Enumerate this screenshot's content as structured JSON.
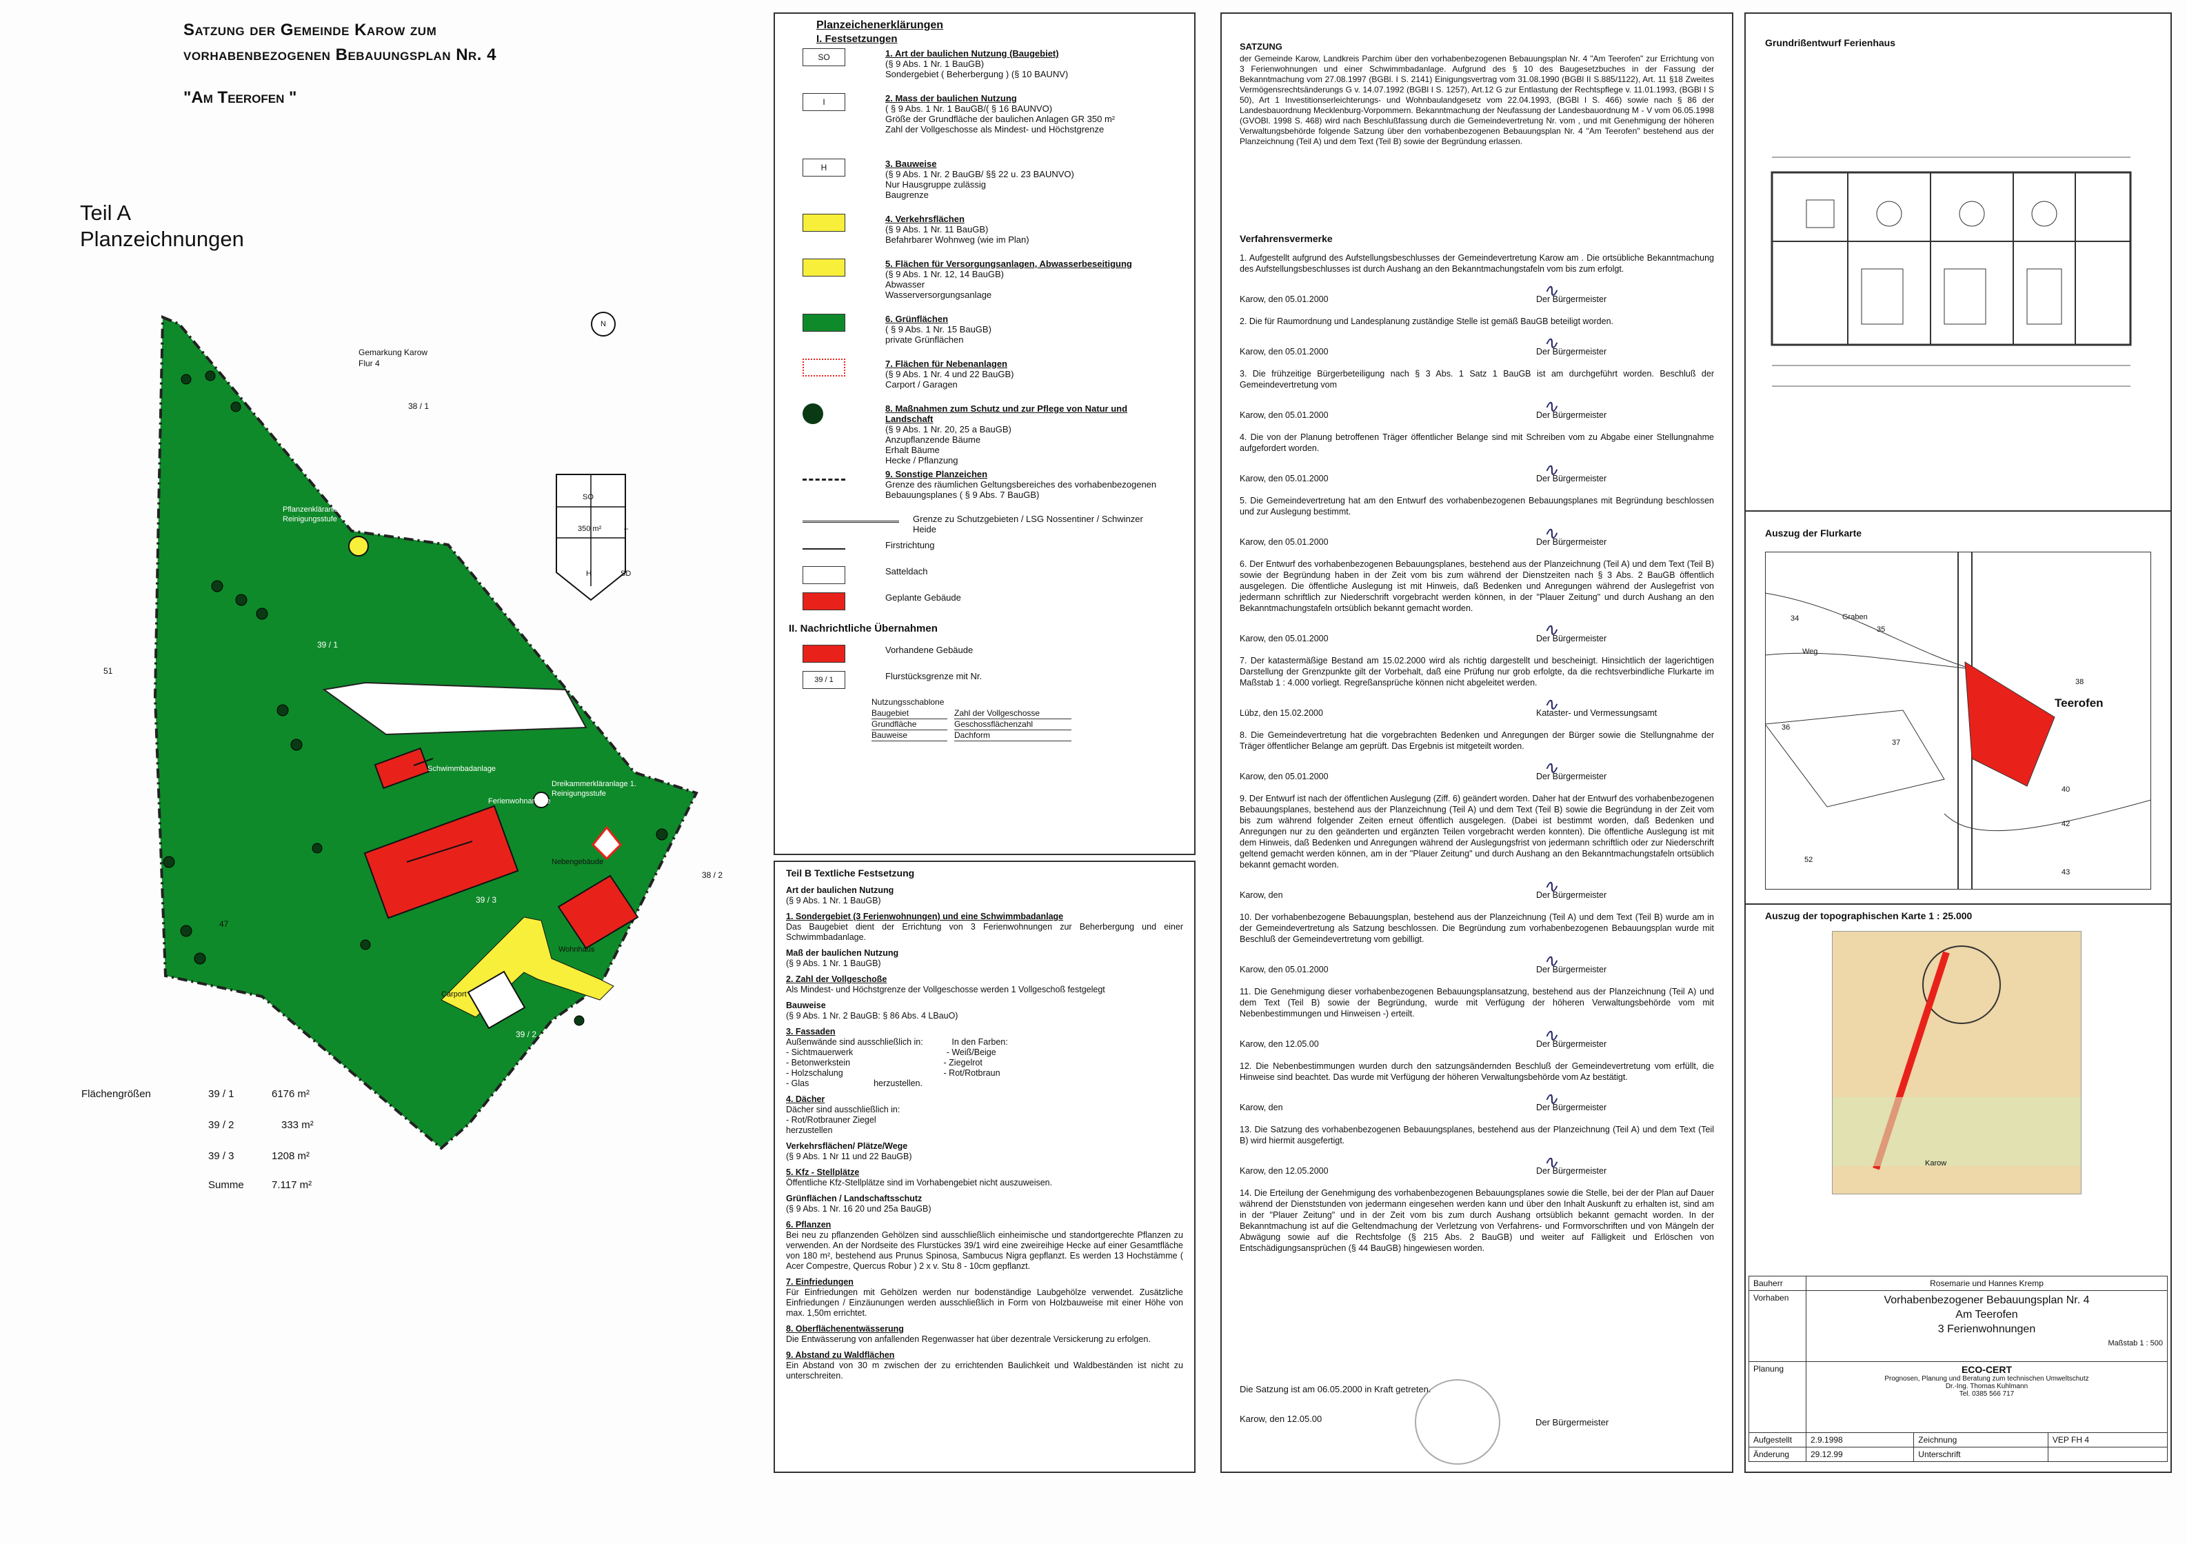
{
  "header": {
    "title_line1": "Satzung der Gemeinde Karow zum",
    "title_line2": "vorhabenbezogenen Bebauungsplan Nr. 4",
    "title_line3": "\"Am Teerofen \"",
    "teil_a_line1": "Teil A",
    "teil_a_line2": "Planzeichnungen"
  },
  "plan": {
    "gemarkung": "Gemarkung Karow",
    "flur": "Flur 4",
    "parcel_38_1": "38 / 1",
    "parcel_39_1": "39 / 1",
    "parcel_39_2": "39 / 2",
    "parcel_39_3": "39 / 3",
    "parcel_38_2": "38 / 2",
    "parcel_47": "47",
    "parcel_51": "51",
    "north": "N",
    "carport": "Carport",
    "wohnhaus": "Wohnhaus",
    "pflanzenklaeranlage": "Pflanzenkläranlage 2. Reinigungsstufe",
    "schwimmbad": "Schwimmbadanlage",
    "ferienwohnanlage": "Ferienwohnanlage",
    "dreikammer": "Dreikammerkläranlage 1. Reinigungsstufe",
    "nebengebaeude": "Nebengebäude",
    "schablone": [
      "SO",
      "I",
      "350 m²",
      "–",
      "H",
      "SD"
    ]
  },
  "areas": {
    "label": "Flächengrößen",
    "rows": [
      {
        "id": "39 / 1",
        "value": "6176 m²"
      },
      {
        "id": "39 / 2",
        "value": "333 m²"
      },
      {
        "id": "39 / 3",
        "value": "1208 m²"
      }
    ],
    "sum_label": "Summe",
    "sum_value": "7.117 m²"
  },
  "legend": {
    "heading": "Planzeichenerklärungen",
    "section1": "I. Festsetzungen",
    "items": [
      {
        "title": "1. Art der baulichen Nutzung (Baugebiet)",
        "lines": [
          "(§ 9 Abs. 1 Nr. 1 BauGB)",
          "Sondergebiet ( Beherbergung ) (§ 10 BAUNV)"
        ],
        "sym": "SO"
      },
      {
        "title": "2. Mass der baulichen Nutzung",
        "lines": [
          "( § 9 Abs. 1 Nr. 1 BauGB/( § 16 BAUNVO)",
          "Größe der Grundfläche der baulichen Anlagen GR 350 m²",
          "",
          "Zahl der Vollgeschosse als Mindest- und Höchstgrenze"
        ],
        "sym": "I"
      },
      {
        "title": "3. Bauweise",
        "lines": [
          "(§ 9 Abs. 1 Nr. 2 BauGB/ §§ 22 u. 23 BAUNVO)",
          "Nur Hausgruppe zulässig",
          "Baugrenze"
        ],
        "sym": "H"
      },
      {
        "title": "4. Verkehrsflächen",
        "lines": [
          "(§ 9 Abs. 1 Nr. 11 BauGB)",
          "Befahrbarer Wohnweg (wie im Plan)"
        ],
        "sym": "yellow"
      },
      {
        "title": "5. Flächen für Versorgungsanlagen, Abwasserbeseitigung",
        "lines": [
          "(§ 9 Abs. 1 Nr. 12, 14 BauGB)",
          "Abwasser",
          "Wasserversorgungsanlage"
        ],
        "sym": "yellow2"
      },
      {
        "title": "6. Grünflächen",
        "lines": [
          "( § 9 Abs. 1 Nr. 15 BauGB)",
          "private Grünflächen"
        ],
        "sym": "green"
      },
      {
        "title": "7. Flächen für Nebenanlagen",
        "lines": [
          "(§ 9 Abs. 1 Nr. 4 und 22 BauGB)",
          "Carport / Garagen"
        ],
        "sym": "dotted"
      },
      {
        "title": "8. Maßnahmen zum Schutz und zur Pflege von Natur und Landschaft",
        "lines": [
          "(§ 9 Abs. 1 Nr. 20, 25 a BauGB)",
          "Anzupflanzende Bäume",
          "Erhalt Bäume",
          "Hecke / Pflanzung"
        ],
        "sym": "trees"
      },
      {
        "title": "9. Sonstige Planzeichen",
        "lines": [
          "Grenze des räumlichen Geltungsbereiches des vorhabenbezogenen",
          "Bebauungsplanes   ( § 9 Abs. 7 BauGB)"
        ],
        "sym": "border"
      }
    ],
    "extra": [
      {
        "text": "Grenze zu Schutzgebieten / LSG Nossentiner / Schwinzer Heide",
        "sym": "hatch"
      },
      {
        "text": "Firstrichtung",
        "sym": "arrow"
      },
      {
        "text": "Satteldach",
        "sym": "SD"
      },
      {
        "text": "Geplante Gebäude",
        "sym": "red"
      }
    ],
    "section2": "II. Nachrichtliche Übernahmen",
    "nach": [
      {
        "text": "Vorhandene Gebäude",
        "sym": "red"
      },
      {
        "text": "Flurstücksgrenze mit Nr.",
        "sym": "39 / 1"
      }
    ],
    "schablone_label": "Nutzungsschablone",
    "schablone_rows": [
      [
        "Baugebiet",
        "Zahl der Vollgeschosse"
      ],
      [
        "Grundfläche",
        "Geschossflächenzahl"
      ],
      [
        "Bauweise",
        "Dachform"
      ]
    ]
  },
  "teil_b": {
    "heading": "Teil B Textliche Festsetzung",
    "blocks": [
      {
        "title": "Art der baulichen Nutzung",
        "lines": [
          "(§ 9 Abs. 1 Nr. 1 BauGB)"
        ]
      },
      {
        "title": "1. Sondergebiet (3 Ferienwohnungen) und eine Schwimmbadanlage",
        "lines": [
          "Das Baugebiet dient der Errichtung von 3 Ferienwohnungen zur Beherbergung und einer Schwimmbadanlage."
        ]
      },
      {
        "title": "Maß der baulichen Nutzung",
        "lines": [
          "(§ 9 Abs. 1 Nr. 1 BauGB)"
        ]
      },
      {
        "title": "2. Zahl der Vollgeschoße",
        "lines": [
          "Als Mindest- und Höchstgrenze der Vollgeschosse werden 1 Vollgeschoß festgelegt"
        ]
      },
      {
        "title": "Bauweise",
        "lines": [
          "(§ 9 Abs. 1 Nr. 2 BauGB: § 86 Abs. 4 LBauO)"
        ]
      },
      {
        "title": "3. Fassaden",
        "lines": [
          "Außenwände sind ausschließlich in:            In den Farben:",
          "- Sichtmauerwerk                                       - Weiß/Beige",
          "- Betonwerkstein                                       - Ziegelrot",
          "- Holzschalung                                          - Rot/Rotbraun",
          "- Glas                           herzustellen."
        ]
      },
      {
        "title": "4. Dächer",
        "lines": [
          "Dächer sind ausschließlich in:",
          "- Rot/Rotbrauner Ziegel",
          "herzustellen"
        ]
      },
      {
        "title": "Verkehrsflächen/ Plätze/Wege",
        "lines": [
          "(§ 9 Abs. 1 Nr 11 und 22 BauGB)"
        ]
      },
      {
        "title": "5. Kfz - Stellplätze",
        "lines": [
          "Öffentliche Kfz-Stellplätze sind im Vorhabengebiet nicht auszuweisen."
        ]
      },
      {
        "title": "Grünflächen / Landschaftsschutz",
        "lines": [
          "(§ 9 Abs. 1 Nr. 16 20 und 25a BauGB)"
        ]
      },
      {
        "title": "6. Pflanzen",
        "lines": [
          "Bei neu zu pflanzenden Gehölzen sind ausschließlich einheimische und standortgerechte Pflanzen zu verwenden. An der Nordseite des Flurstückes 39/1 wird eine zweireihige Hecke auf einer Gesamtfläche von 180 m², bestehend aus Prunus Spinosa, Sambucus Nigra gepflanzt. Es werden 13 Hochstämme ( Acer Compestre, Quercus Robur ) 2 x v. Stu 8 - 10cm gepflanzt."
        ]
      },
      {
        "title": "7. Einfriedungen",
        "lines": [
          "Für Einfriedungen mit Gehölzen werden nur bodenständige Laubgehölze verwendet. Zusätzliche Einfriedungen / Einzäunungen werden ausschließlich in Form von Holzbauweise mit einer Höhe von max. 1,50m errichtet."
        ]
      },
      {
        "title": "8. Oberflächenentwässerung",
        "lines": [
          "Die Entwässerung von anfallenden Regenwasser hat über dezentrale Versickerung zu erfolgen."
        ]
      },
      {
        "title": "9. Abstand zu Waldflächen",
        "lines": [
          "Ein Abstand von 30 m zwischen der zu errichtenden Baulichkeit und Waldbeständen ist nicht zu unterschreiten."
        ]
      }
    ]
  },
  "satzung": {
    "heading": "SATZUNG",
    "intro": "der Gemeinde Karow, Landkreis Parchim über den vorhabenbezogenen Bebauungsplan Nr. 4 \"Am Teerofen\" zur Errichtung von 3 Ferienwohnungen und einer Schwimmbadanlage. Aufgrund des § 10 des Baugesetzbuches in der Fassung der Bekanntmachung vom 27.08.1997 (BGBl. I S. 2141) Einigungsvertrag vom 31.08.1990 (BGBl II S.885/1122), Art. 11 §18 Zweites Vermögensrechtsänderungs G v. 14.07.1992 (BGBl I S. 1257), Art.12 G zur Entlastung der Rechtspflege v. 11.01.1993, (BGBl I S 50), Art 1 Investitionserleichterungs- und Wohnbaulandgesetz vom 22.04.1993, (BGBl I S. 466) sowie nach § 86 der Landesbauordnung Mecklenburg-Vorpommern. Bekanntmachung der Neufassung der Landesbauordnung M - V vom 06.05.1998 (GVOBl. 1998 S. 468) wird nach Beschlußfassung durch die Gemeindevertretung Nr.   vom   , und mit Genehmigung der höheren Verwaltungsbehörde folgende Satzung über den vorhabenbezogenen Bebauungsplan Nr. 4 \"Am Teerofen\" bestehend aus der Planzeichnung (Teil A) und dem Text (Teil B) sowie der Begründung erlassen.",
    "verf_heading": "Verfahrensvermerke",
    "items": [
      {
        "text": "1. Aufgestellt aufgrund des Aufstellungsbeschlusses der Gemeindevertretung Karow am   . Die ortsübliche Bekanntmachung des Aufstellungsbeschlusses ist durch Aushang an den Bekanntmachungstafeln vom   bis zum   erfolgt.",
        "sign": "Karow, den 05.01.2000",
        "role": "Der Bürgermeister"
      },
      {
        "text": "2. Die für Raumordnung und Landesplanung zuständige Stelle ist gemäß BauGB beteiligt worden.",
        "sign": "Karow, den 05.01.2000",
        "role": "Der Bürgermeister"
      },
      {
        "text": "3. Die frühzeitige Bürgerbeteiligung nach § 3 Abs. 1 Satz 1 BauGB ist am   durchgeführt worden. Beschluß der Gemeindevertretung vom",
        "sign": "Karow, den 05.01.2000",
        "role": "Der Bürgermeister"
      },
      {
        "text": "4. Die von der Planung betroffenen Träger öffentlicher Belange sind mit Schreiben vom   zu Abgabe einer Stellungnahme aufgefordert worden.",
        "sign": "Karow, den 05.01.2000",
        "role": "Der Bürgermeister"
      },
      {
        "text": "5. Die Gemeindevertretung hat am   den Entwurf des vorhabenbezogenen Bebauungsplanes mit Begründung beschlossen und zur Auslegung bestimmt.",
        "sign": "Karow, den 05.01.2000",
        "role": "Der Bürgermeister"
      },
      {
        "text": "6. Der Entwurf des vorhabenbezogenen Bebauungsplanes, bestehend aus der Planzeichnung (Teil A) und dem Text (Teil B) sowie der Begründung haben in der Zeit vom   bis zum   während der Dienstzeiten nach § 3 Abs. 2 BauGB öffentlich ausgelegen. Die öffentliche Auslegung ist mit Hinweis, daß Bedenken und Anregungen während der Auslegefrist von jedermann schriftlich zur Niederschrift vorgebracht werden können, in der \"Plauer Zeitung\" und durch Aushang an den Bekanntmachungstafeln ortsüblich bekannt gemacht worden.",
        "sign": "Karow, den 05.01.2000",
        "role": "Der Bürgermeister"
      },
      {
        "text": "7. Der katastermäßige Bestand am 15.02.2000 wird als richtig dargestellt und bescheinigt. Hinsichtlich der lagerichtigen Darstellung der Grenzpunkte gilt der Vorbehalt, daß eine Prüfung nur grob erfolgte, da die rechtsverbindliche Flurkarte im Maßstab 1 : 4.000 vorliegt. Regreßansprüche können nicht abgeleitet werden.",
        "sign": "Lübz, den 15.02.2000",
        "role": "Kataster- und Vermessungsamt"
      },
      {
        "text": "8. Die Gemeindevertretung hat die vorgebrachten Bedenken und Anregungen der Bürger sowie die Stellungnahme der Träger öffentlicher Belange am   geprüft. Das Ergebnis ist mitgeteilt worden.",
        "sign": "Karow, den 05.01.2000",
        "role": "Der Bürgermeister"
      },
      {
        "text": "9. Der Entwurf ist nach der öffentlichen Auslegung (Ziff. 6) geändert worden. Daher hat der Entwurf des vorhabenbezogenen Bebauungsplanes, bestehend aus der Planzeichnung (Teil A) und dem Text (Teil B) sowie die Begründung in der Zeit vom   bis zum   während folgender Zeiten   erneut öffentlich ausgelegen. (Dabei ist bestimmt worden, daß Bedenken und Anregungen nur zu den geänderten und ergänzten Teilen vorgebracht werden konnten). Die öffentliche Auslegung ist mit dem Hinweis, daß Bedenken und Anregungen während der Auslegungsfrist von jedermann schriftlich oder zur Niederschrift geltend gemacht werden können, am   in der \"Plauer Zeitung\" und durch Aushang an den Bekanntmachungstafeln ortsüblich bekannt gemacht worden.",
        "sign": "Karow, den",
        "role": "Der Bürgermeister"
      },
      {
        "text": "10. Der vorhabenbezogene Bebauungsplan, bestehend aus der Planzeichnung (Teil A) und dem Text (Teil B) wurde am   in der Gemeindevertretung als Satzung beschlossen. Die Begründung zum vorhabenbezogenen Bebauungsplan wurde mit Beschluß der Gemeindevertretung vom   gebilligt.",
        "sign": "Karow, den 05.01.2000",
        "role": "Der Bürgermeister"
      },
      {
        "text": "11. Die Genehmigung dieser vorhabenbezogenen Bebauungsplansatzung, bestehend aus der Planzeichnung (Teil A) und dem Text (Teil B) sowie der Begründung, wurde mit Verfügung der höheren Verwaltungsbehörde vom   mit Nebenbestimmungen und Hinweisen -) erteilt.",
        "sign": "Karow, den 12.05.00",
        "role": "Der Bürgermeister"
      },
      {
        "text": "12. Die Nebenbestimmungen wurden durch den satzungsändernden Beschluß der Gemeindevertretung vom   erfüllt, die Hinweise sind beachtet. Das wurde mit Verfügung der höheren Verwaltungsbehörde vom   Az   bestätigt.",
        "sign": "Karow, den",
        "role": "Der Bürgermeister"
      },
      {
        "text": "13. Die Satzung des vorhabenbezogenen Bebauungsplanes, bestehend aus der Planzeichnung (Teil A) und dem Text (Teil B) wird hiermit ausgefertigt.",
        "sign": "Karow, den 12.05.2000",
        "role": "Der Bürgermeister"
      },
      {
        "text": "14. Die Erteilung der Genehmigung des vorhabenbezogenen Bebauungsplanes sowie die Stelle, bei der der Plan auf Dauer während der Dienststunden von jedermann eingesehen werden kann und über den Inhalt Auskunft zu erhalten ist, sind am   in der \"Plauer Zeitung\" und in der Zeit vom   bis zum   durch Aushang ortsüblich bekannt gemacht worden. In der Bekanntmachung ist auf die Geltendmachung der Verletzung von Verfahrens- und Formvorschriften und von Mängeln der Abwägung sowie auf die Rechtsfolge (§ 215 Abs. 2 BauGB) und weiter auf Fälligkeit und Erlöschen von Entschädigungsansprüchen (§ 44 BauGB) hingewiesen worden.",
        "sign": "",
        "role": ""
      }
    ],
    "in_kraft": "Die Satzung ist am 06.05.2000 in Kraft getreten.",
    "final_sign": "Karow, den 12.05.00",
    "final_role": "Der Bürgermeister"
  },
  "right": {
    "grundriss_title": "Grundrißentwurf Ferienhaus",
    "flurkarte_title": "Auszug der Flurkarte",
    "topo_title": "Auszug der topographischen Karte 1 : 25.000",
    "teerofen": "Teerofen",
    "karow": "Karow",
    "map_labels": [
      "34",
      "35",
      "36",
      "37",
      "38",
      "40",
      "42",
      "43",
      "52",
      "Weg",
      "Graben"
    ]
  },
  "titleblock": {
    "bauherr_label": "Bauherr",
    "bauherr": "Rosemarie und Hannes Kremp",
    "vorhaben_label": "Vorhaben",
    "vorhaben1": "Vorhabenbezogener Bebauungsplan Nr. 4",
    "vorhaben2": "Am Teerofen",
    "vorhaben3": "3 Ferienwohnungen",
    "massstab": "Maßstab 1 : 500",
    "planung_label": "Planung",
    "firm": "ECO-CERT",
    "firm2": "Prognosen, Planung und Beratung zum technischen Umweltschutz",
    "firm3": "Dr.-Ing. Thomas Kuhlmann",
    "firm4": "Tel. 0385 566 717",
    "aufgestellt_label": "Aufgestellt",
    "aufgestellt": "2.9.1998",
    "zeichnung_label": "Zeichnung",
    "zeichnung": "VEP FH 4",
    "aenderung_label": "Änderung",
    "aenderung": "29.12.99",
    "unterschrift_label": "Unterschrift"
  },
  "colors": {
    "green": "#0f8a2a",
    "red": "#e8221b",
    "yellow": "#f7ef3a",
    "border": "#222222"
  }
}
